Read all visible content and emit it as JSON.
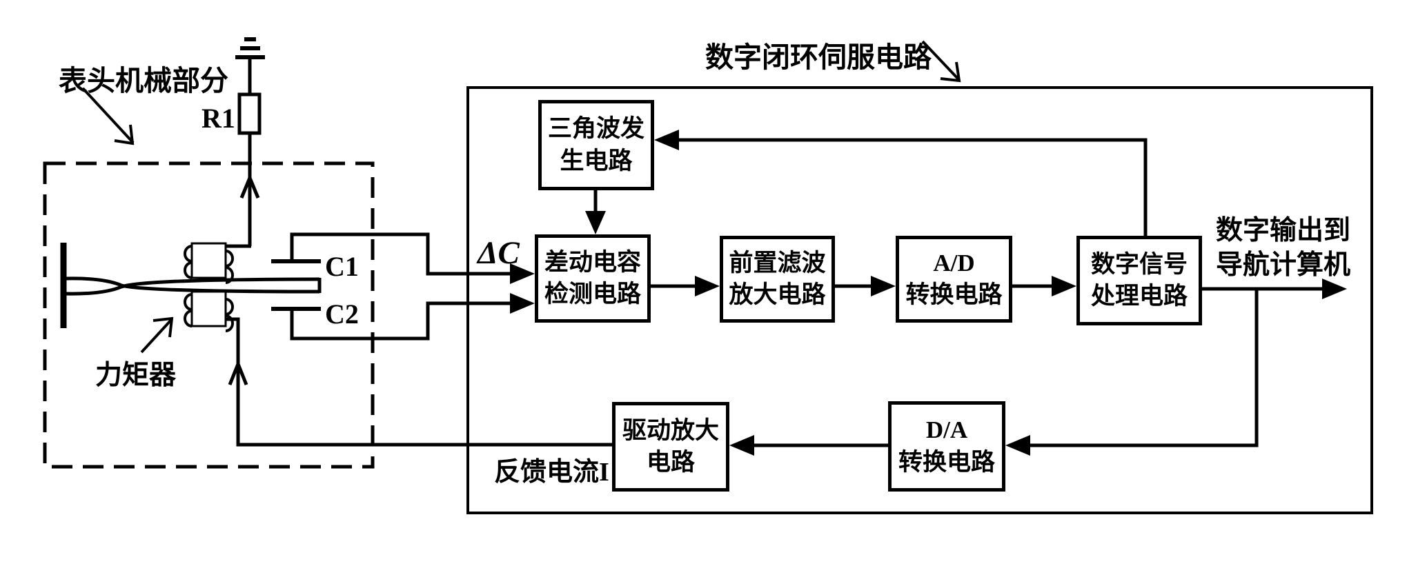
{
  "diagram": {
    "title_mechanical": "表头机械部分",
    "title_servo": "数字闭环伺服电路",
    "resistor_label": "R1",
    "cap1_label": "C1",
    "cap2_label": "C2",
    "torquer_label": "力矩器",
    "delta_c_label": "ΔC",
    "feedback_label": "反馈电流I",
    "output_label_line1": "数字输出到",
    "output_label_line2": "导航计算机",
    "blocks": {
      "triangle_wave": {
        "line1": "三角波发",
        "line2": "生电路"
      },
      "diff_cap_detect": {
        "line1": "差动电容",
        "line2": "检测电路"
      },
      "prefilter_amp": {
        "line1": "前置滤波",
        "line2": "放大电路"
      },
      "adc": {
        "line1": "A/D",
        "line2": "转换电路"
      },
      "dsp": {
        "line1": "数字信号",
        "line2": "处理电路"
      },
      "dac": {
        "line1": "D/A",
        "line2": "转换电路"
      },
      "drive_amp": {
        "line1": "驱动放大",
        "line2": "电路"
      }
    },
    "colors": {
      "ink": "#000000",
      "background": "#ffffff"
    }
  }
}
